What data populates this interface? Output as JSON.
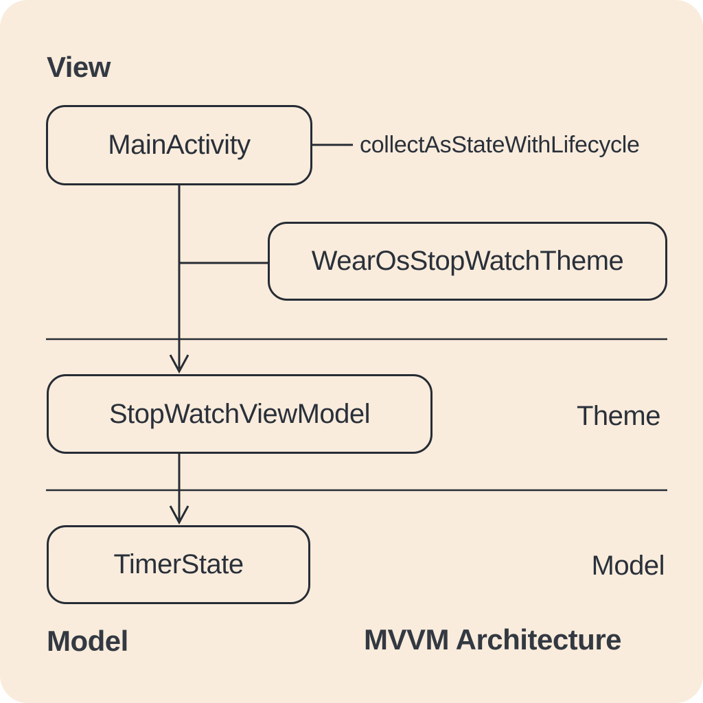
{
  "diagram": {
    "title": "MVVM Architecture",
    "colors": {
      "background": "#f9ecdc",
      "ink": "#262c35",
      "outside": "#ffffff"
    },
    "headings": {
      "view": "View",
      "model": "Model"
    },
    "nodes": [
      {
        "id": "main-activity",
        "label": "MainActivity"
      },
      {
        "id": "wear-os-stopwatch-theme",
        "label": "WearOsStopWatchTheme"
      },
      {
        "id": "stopwatch-viewmodel",
        "label": "StopWatchViewModel"
      },
      {
        "id": "timer-state",
        "label": "TimerState"
      }
    ],
    "annotations": {
      "lifecycle": "collectAsStateWithLifecycle",
      "theme": "Theme",
      "model": "Model"
    }
  }
}
